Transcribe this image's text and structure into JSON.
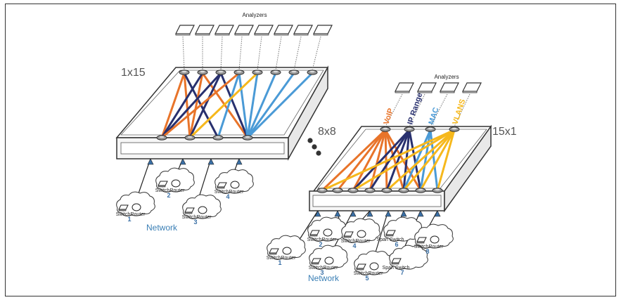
{
  "left": {
    "analyzers_label": "Analyzers",
    "matrix_label": "1x15",
    "network_label": "Network",
    "clouds": [
      {
        "switch": "Switch",
        "router": "Router",
        "num": "1"
      },
      {
        "switch": "Switch",
        "router": "Router",
        "num": "2"
      },
      {
        "switch": "Switch",
        "router": "Router",
        "num": "3"
      },
      {
        "switch": "Switch",
        "router": "Router",
        "num": "4"
      }
    ]
  },
  "middle": {
    "matrix_label": "8x8"
  },
  "right": {
    "analyzers_label": "Analyzers",
    "matrix_label": "15x1",
    "network_label": "Network",
    "filters": [
      {
        "label": "VoIP",
        "color": "#e8742a"
      },
      {
        "label": "IP Range",
        "color": "#28306e"
      },
      {
        "label": "MAC",
        "color": "#4a9ad6"
      },
      {
        "label": "VLANS",
        "color": "#f6b81c"
      }
    ],
    "clouds": [
      {
        "switch": "Switch",
        "router": "Router",
        "num": "1"
      },
      {
        "switch": "Switch",
        "router": "Router",
        "num": "2"
      },
      {
        "switch": "Switch",
        "router": "Router",
        "num": "3"
      },
      {
        "switch": "Switch",
        "router": "Router",
        "num": "4"
      },
      {
        "switch": "Switch",
        "router": "Router",
        "num": "5"
      },
      {
        "switch": "Span Switch",
        "router": "",
        "num": "6"
      },
      {
        "switch": "Span Switch",
        "router": "",
        "num": "7"
      },
      {
        "switch": "Switch",
        "router": "Router",
        "num": "8"
      }
    ]
  },
  "colors": {
    "orange": "#e8742a",
    "navy": "#28306e",
    "blue": "#4a9ad6",
    "yellow": "#f6b81c",
    "network_text": "#3a7fb5"
  }
}
